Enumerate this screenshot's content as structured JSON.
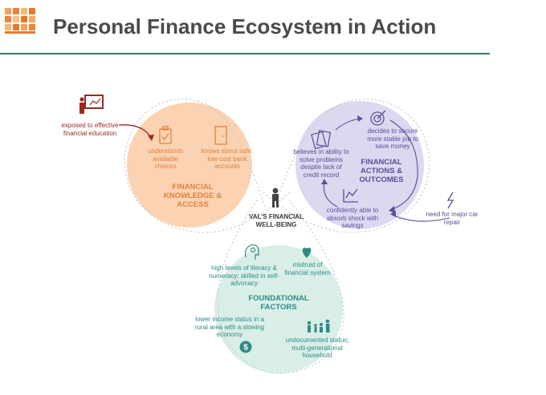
{
  "header": {
    "title": "Personal Finance Ecosystem in Action"
  },
  "colors": {
    "orange": "#f9c8a4",
    "purple": "#d6d0ee",
    "teal": "#d3ebe3",
    "accent_rule": "#2f7d6b",
    "red": "#9b2a22"
  },
  "external": {
    "education": "exposed to effective financial education",
    "car_repair": "need for major car repair"
  },
  "knowledge": {
    "item1": "understands available choices",
    "item2": "knows about safe, low-cost bank accounts",
    "heading": "FINANCIAL KNOWLEDGE & ACCESS"
  },
  "actions": {
    "item1": "decides to secure more stable job to save money",
    "item2": "believes in ability to solve problems despite lack of credit record",
    "heading": "FINANCIAL ACTIONS & OUTCOMES",
    "item3": "confidently able to absorb shock with savings"
  },
  "center": {
    "label": "VAL'S FINANCIAL WELL-BEING"
  },
  "foundational": {
    "item1": "high levels of literacy & numeracy; skilled in self-advocacy",
    "item2": "mistrust of financial system",
    "heading": "FOUNDATIONAL FACTORS",
    "item3": "lower income status in a rural area with a slowing economy",
    "item4": "undocumented status; multi-generational household"
  },
  "icons": [
    "presentation-board-icon",
    "clipboard-check-icon",
    "door-icon",
    "target-icon",
    "cards-icon",
    "line-chart-icon",
    "lightning-icon",
    "person-icon",
    "head-gear-icon",
    "heart-icon",
    "people-family-icon",
    "money-icon"
  ]
}
